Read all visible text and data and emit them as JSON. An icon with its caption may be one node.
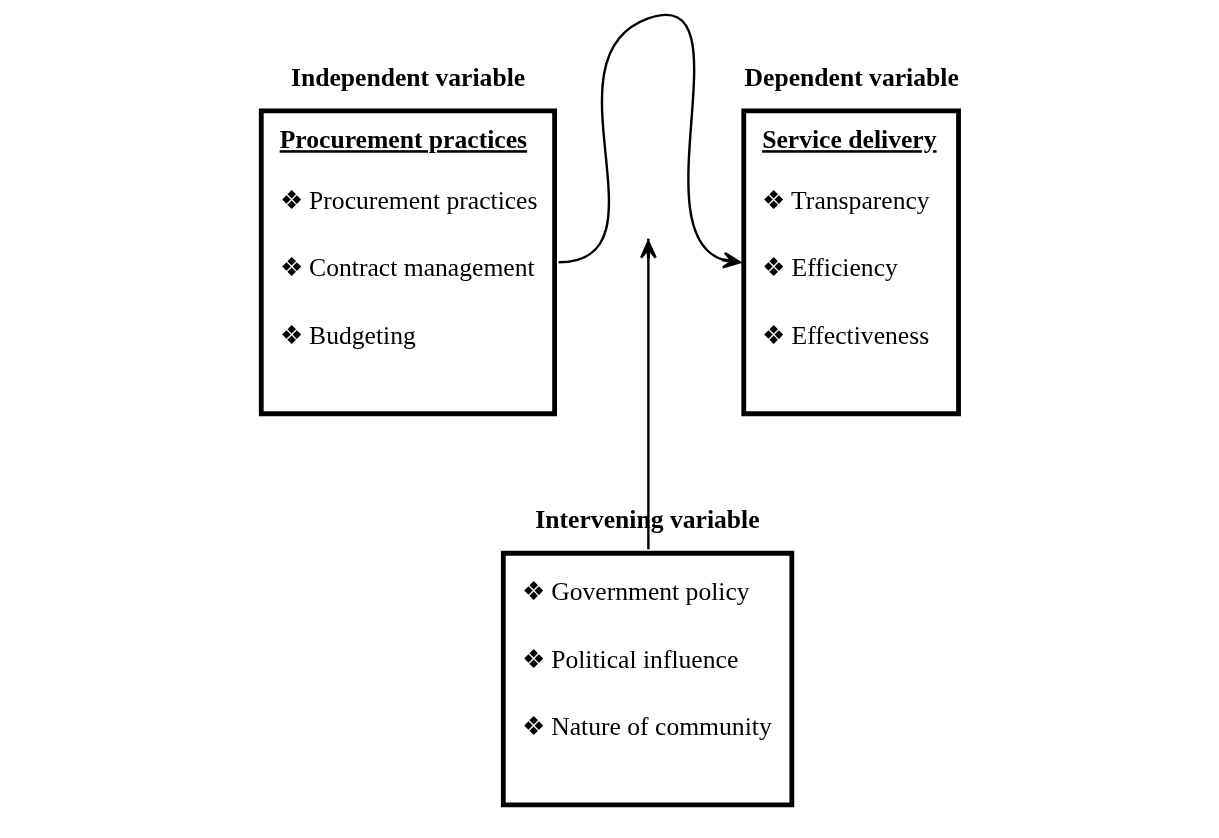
{
  "diagram": {
    "nodes": [
      {
        "text": [
          "Independent variable",
          "Procurement practices",
          "❖ Procurement practices",
          "❖ Contract management",
          "❖ Budgeting"
        ]
      },
      {
        "text": [
          "Dependent variable",
          "Service delivery",
          "❖ Transparency",
          "❖ Efficiency",
          "❖ Effectiveness"
        ]
      },
      {
        "text": [
          "Intervening variable",
          "❖ Government policy",
          "❖ Political influence",
          "❖ Nature of community"
        ]
      }
    ],
    "edges": [
      {
        "from": 0,
        "to": 1,
        "arrow": "to"
      },
      {
        "from": 2,
        "to": null,
        "arrow": "to"
      }
    ]
  }
}
